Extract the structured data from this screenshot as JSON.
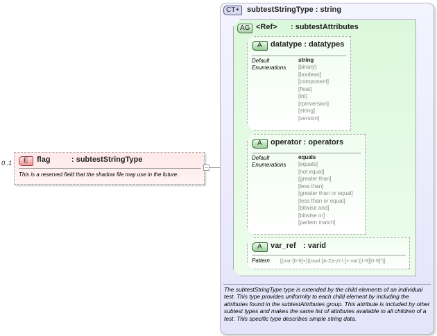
{
  "element": {
    "badge": "E",
    "multiplicity": "0..1",
    "name": "flag",
    "type": ": subtestStringType",
    "doc": "This is a reserved field that the shadow file may use in the future.",
    "collapse": "−"
  },
  "complex_type": {
    "badge": "CT+",
    "title": "subtestStringType : string",
    "doc": "The subtestStringType type is extended by the child elements of an individual test.  This type provides uniformity to each child element by including the attributes found in the subtestAttributes group.  This attribute is included by other subtest types and makes the same list of attributes available to all children of a test.  This specific type describes simple string data."
  },
  "attribute_group": {
    "badge": "AG",
    "ref": "<Ref>",
    "name": ": subtestAttributes"
  },
  "attributes": [
    {
      "badge": "A",
      "title": "datatype : datatypes",
      "default_label": "Default",
      "default": "string",
      "enum_label": "Enumerations",
      "enums": [
        "[binary]",
        "[boolean]",
        "[component]",
        "[float]",
        "[int]",
        "[rpmversion]",
        "[string]",
        "[version]"
      ]
    },
    {
      "badge": "A",
      "title": "operator : operators",
      "default_label": "Default",
      "default": "equals",
      "enum_label": "Enumerations",
      "enums": [
        "[equals]",
        "[not equal]",
        "[greater than]",
        "[less than]",
        "[greater than or equal]",
        "[less than or equal]",
        "[bitwise and]",
        "[bitwise or]",
        "[pattern match]"
      ]
    },
    {
      "badge": "A",
      "name": "var_ref",
      "type": ": varid",
      "pattern_label": "Pattern",
      "pattern": "[(var-[0-9]+)|(oval:[A-Za-z\\-\\.]+:var:[1-9][0-9]*)]"
    }
  ]
}
